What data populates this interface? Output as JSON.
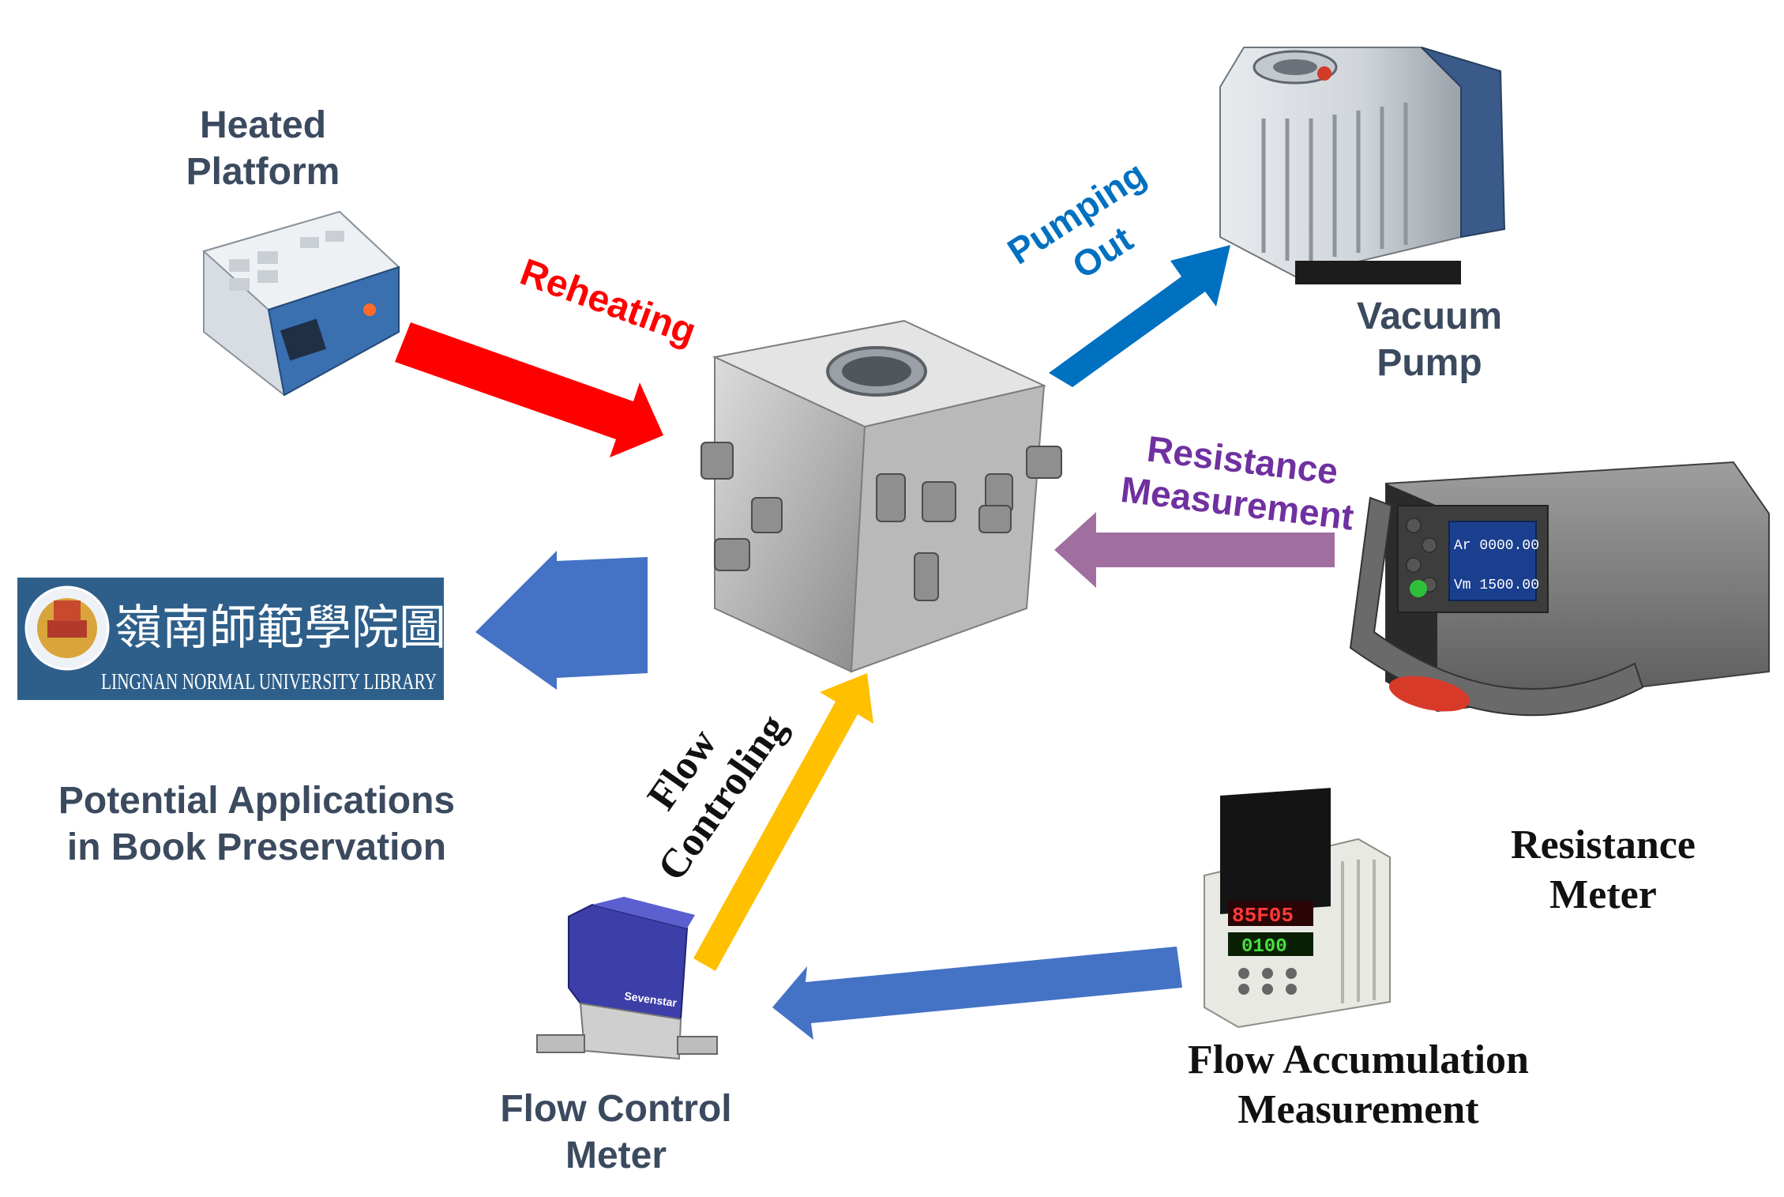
{
  "labels": {
    "heated_platform": "Heated\nPlatform",
    "vacuum_pump": "Vacuum\nPump",
    "resistance_meter": "Resistance\nMeter",
    "flow_accumulation": "Flow Accumulation\nMeasurement",
    "flow_control_meter": "Flow Control\nMeter",
    "potential_applications": "Potential Applications\nin Book Preservation"
  },
  "arrows": {
    "reheating": "Reheating",
    "pumping_out": "Pumping\nOut",
    "resistance_measurement": "Resistance\nMeasurement",
    "flow_controling": "Flow\nControling"
  },
  "library_logo": {
    "chinese_name": "嶺南師範學院圖書館",
    "english_name": "LINGNAN NORMAL UNIVERSITY LIBRARY"
  },
  "device_readouts": {
    "resistance_meter_line1": "Ar 0000.00",
    "resistance_meter_line2": "Vm 1500.00",
    "flow_accumulator_line1": "85F05",
    "flow_accumulator_line2": "0100",
    "flow_controller_brand": "Sevenstar"
  },
  "colors": {
    "reheating": "#ff0000",
    "pumping_out": "#0070c0",
    "resistance_measurement": "#7030a0",
    "resistance_arrow": "#a06fa0",
    "flow_arrow": "#ffc000",
    "blue_arrow": "#4472c4",
    "logo_bg": "#2e5f8a"
  }
}
